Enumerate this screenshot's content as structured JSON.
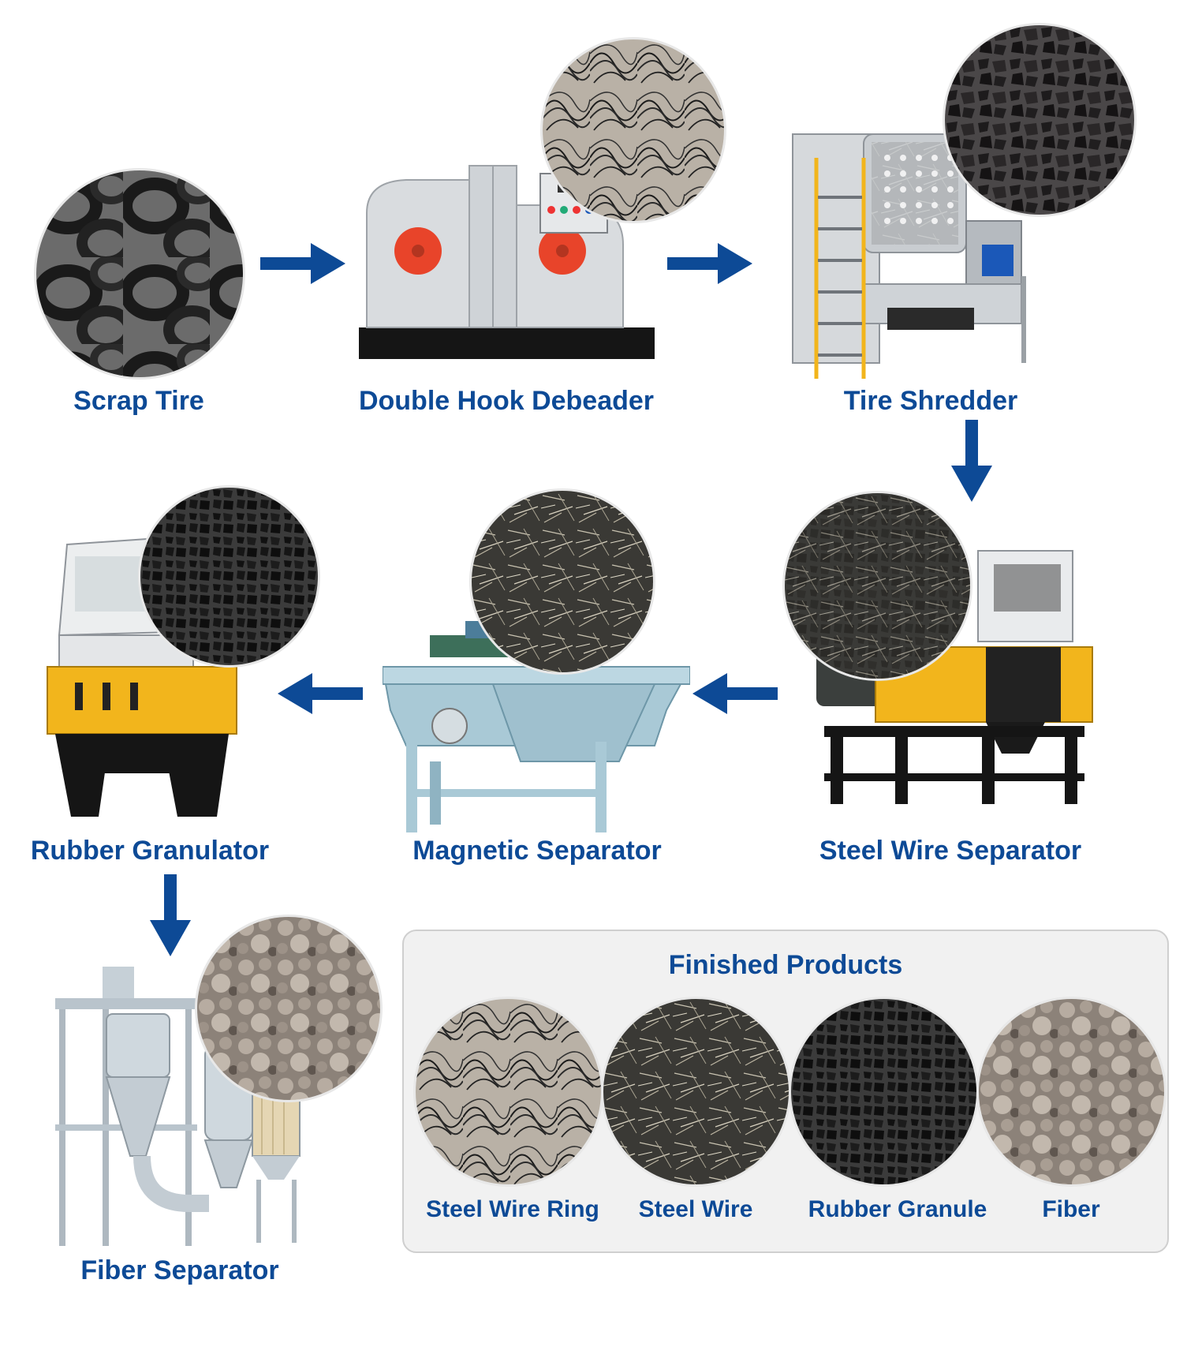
{
  "steps": {
    "scrap_tire": "Scrap Tire",
    "double_hook_debeader": "Double Hook Debeader",
    "tire_shredder": "Tire Shredder",
    "steel_wire_separator": "Steel Wire Separator",
    "magnetic_separator": "Magnetic Separator",
    "rubber_granulator": "Rubber Granulator",
    "fiber_separator": "Fiber Separator"
  },
  "finished_products": {
    "title": "Finished Products",
    "items": [
      "Steel Wire Ring",
      "Steel Wire",
      "Rubber Granule",
      "Fiber"
    ]
  },
  "colors": {
    "label": "#0d4a96",
    "arrow": "#0d4a96",
    "machine_grey": "#d9dcdf",
    "machine_yellow": "#f2b51c",
    "machine_black": "#151515",
    "accent_red": "#e8442a",
    "separator_blue": "#a9c9d6"
  },
  "icons": [
    "right-arrow-icon",
    "down-arrow-icon",
    "left-arrow-icon"
  ]
}
